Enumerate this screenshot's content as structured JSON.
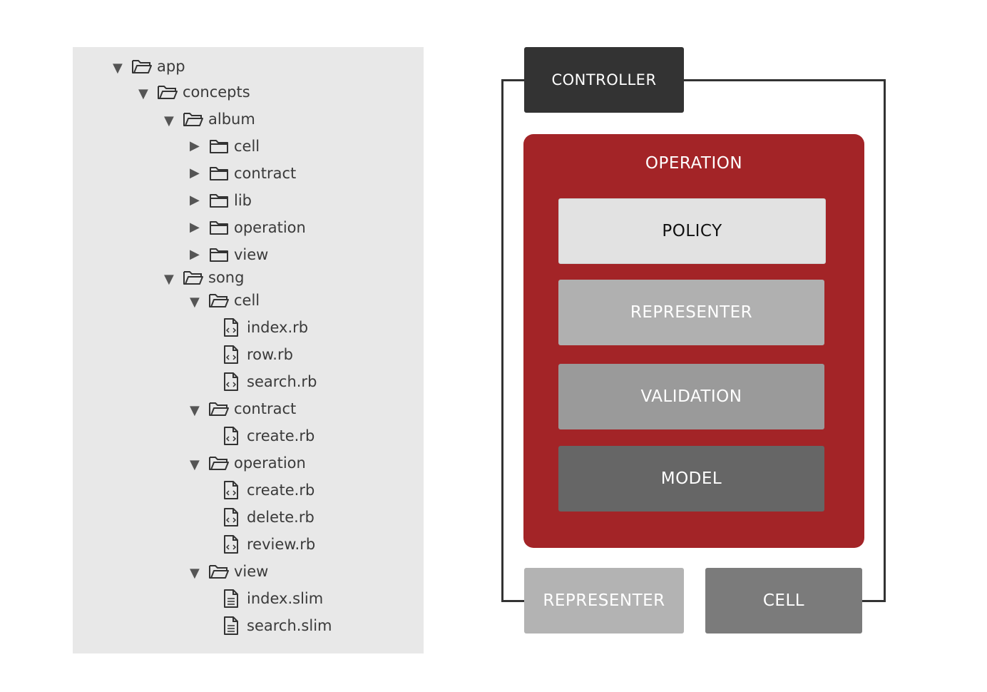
{
  "tree": [
    {
      "depth": 0,
      "kind": "folder",
      "state": "open",
      "label": "app"
    },
    {
      "depth": 1,
      "kind": "folder",
      "state": "open",
      "label": "concepts"
    },
    {
      "depth": 2,
      "kind": "folder",
      "state": "open",
      "label": "album"
    },
    {
      "depth": 3,
      "kind": "folder",
      "state": "closed",
      "label": "cell"
    },
    {
      "depth": 3,
      "kind": "folder",
      "state": "closed",
      "label": "contract"
    },
    {
      "depth": 3,
      "kind": "folder",
      "state": "closed",
      "label": "lib"
    },
    {
      "depth": 3,
      "kind": "folder",
      "state": "closed",
      "label": "operation"
    },
    {
      "depth": 3,
      "kind": "folder",
      "state": "closed",
      "label": "view"
    },
    {
      "depth": 2,
      "kind": "folder",
      "state": "open",
      "label": "song"
    },
    {
      "depth": 3,
      "kind": "folder",
      "state": "open",
      "label": "cell"
    },
    {
      "depth": 4,
      "kind": "code-file",
      "label": "index.rb"
    },
    {
      "depth": 4,
      "kind": "code-file",
      "label": "row.rb"
    },
    {
      "depth": 4,
      "kind": "code-file",
      "label": "search.rb"
    },
    {
      "depth": 3,
      "kind": "folder",
      "state": "open",
      "label": "contract"
    },
    {
      "depth": 4,
      "kind": "code-file",
      "label": "create.rb"
    },
    {
      "depth": 3,
      "kind": "folder",
      "state": "open",
      "label": "operation"
    },
    {
      "depth": 4,
      "kind": "code-file",
      "label": "create.rb"
    },
    {
      "depth": 4,
      "kind": "code-file",
      "label": "delete.rb"
    },
    {
      "depth": 4,
      "kind": "code-file",
      "label": "review.rb"
    },
    {
      "depth": 3,
      "kind": "folder",
      "state": "open",
      "label": "view"
    },
    {
      "depth": 4,
      "kind": "text-file",
      "label": "index.slim"
    },
    {
      "depth": 4,
      "kind": "text-file",
      "label": "search.slim"
    }
  ],
  "diagram": {
    "controller": "CONTROLLER",
    "operation": "OPERATION",
    "policy": "POLICY",
    "representer_inner": "REPRESENTER",
    "validation": "VALIDATION",
    "model": "MODEL",
    "representer_outer": "REPRESENTER",
    "cell": "CELL"
  },
  "colors": {
    "operation_red": "#a32427",
    "controller_dark": "#333333",
    "policy_light": "#e2e2e2",
    "model_dark": "#666666",
    "tree_bg": "#e8e8e8"
  }
}
